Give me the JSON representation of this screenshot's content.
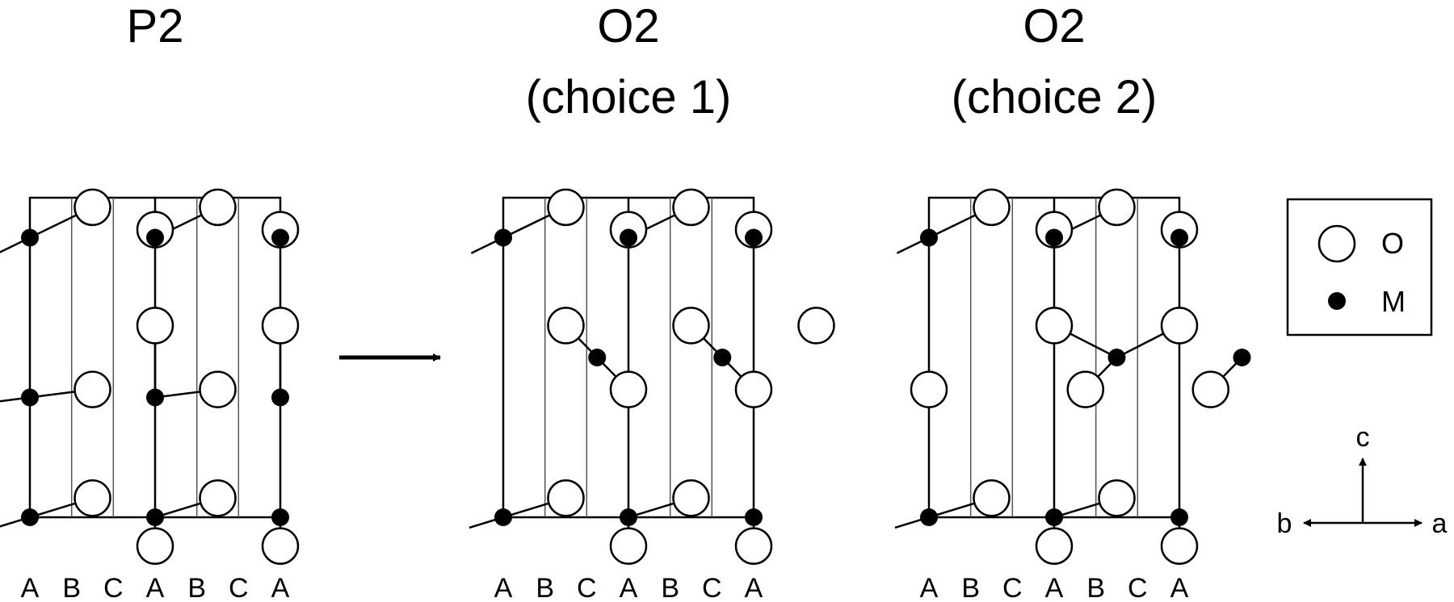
{
  "panels": [
    {
      "id": "p2",
      "title_lines": [
        "P2"
      ],
      "layers": [
        "A",
        "B",
        "C",
        "A",
        "B",
        "C",
        "A"
      ],
      "o_atoms": [
        [
          0.5,
          0.03
        ],
        [
          1.5,
          0.03
        ],
        [
          1,
          0.1
        ],
        [
          2,
          0.1
        ],
        [
          1,
          0.4
        ],
        [
          2,
          0.4
        ],
        [
          0.5,
          0.6
        ],
        [
          1.5,
          0.6
        ],
        [
          0.5,
          0.94
        ],
        [
          1.5,
          0.94
        ],
        [
          1,
          1.09
        ],
        [
          2,
          1.09
        ]
      ],
      "m_atoms": [
        [
          0,
          0.125
        ],
        [
          1,
          0.125
        ],
        [
          2,
          0.125
        ],
        [
          0,
          0.625
        ],
        [
          1,
          0.625
        ],
        [
          2,
          0.625
        ],
        [
          0,
          1
        ],
        [
          1,
          1
        ],
        [
          2,
          1
        ]
      ]
    },
    {
      "id": "o2-choice-1",
      "title_lines": [
        "O2",
        "(choice 1)"
      ],
      "layers": [
        "A",
        "B",
        "C",
        "A",
        "B",
        "C",
        "A"
      ],
      "o_atoms": [
        [
          0.5,
          0.03
        ],
        [
          1.5,
          0.03
        ],
        [
          1,
          0.1
        ],
        [
          2,
          0.1
        ],
        [
          0.5,
          0.4
        ],
        [
          1.5,
          0.4
        ],
        [
          2.5,
          0.4
        ],
        [
          1,
          0.6
        ],
        [
          2,
          0.6
        ],
        [
          0.5,
          0.94
        ],
        [
          1.5,
          0.94
        ],
        [
          1,
          1.09
        ],
        [
          2,
          1.09
        ]
      ],
      "m_atoms": [
        [
          0,
          0.125
        ],
        [
          1,
          0.125
        ],
        [
          2,
          0.125
        ],
        [
          0.75,
          0.5
        ],
        [
          1.75,
          0.5
        ],
        [
          0,
          1
        ],
        [
          1,
          1
        ],
        [
          2,
          1
        ]
      ]
    },
    {
      "id": "o2-choice-2",
      "title_lines": [
        "O2",
        "(choice 2)"
      ],
      "layers": [
        "A",
        "B",
        "C",
        "A",
        "B",
        "C",
        "A"
      ],
      "o_atoms": [
        [
          0.5,
          0.03
        ],
        [
          1.5,
          0.03
        ],
        [
          1,
          0.1
        ],
        [
          2,
          0.1
        ],
        [
          1,
          0.4
        ],
        [
          2,
          0.4
        ],
        [
          0,
          0.6
        ],
        [
          1.25,
          0.6
        ],
        [
          2.25,
          0.6
        ],
        [
          0.5,
          0.94
        ],
        [
          1.5,
          0.94
        ],
        [
          1,
          1.09
        ],
        [
          2,
          1.09
        ]
      ],
      "m_atoms": [
        [
          0,
          0.125
        ],
        [
          1,
          0.125
        ],
        [
          2,
          0.125
        ],
        [
          1.5,
          0.5
        ],
        [
          2.5,
          0.5
        ],
        [
          0,
          1
        ],
        [
          1,
          1
        ],
        [
          2,
          1
        ]
      ]
    }
  ],
  "legend": {
    "o_label": "O",
    "m_label": "M"
  },
  "axes": {
    "c": "c",
    "b": "b",
    "a": "a"
  }
}
